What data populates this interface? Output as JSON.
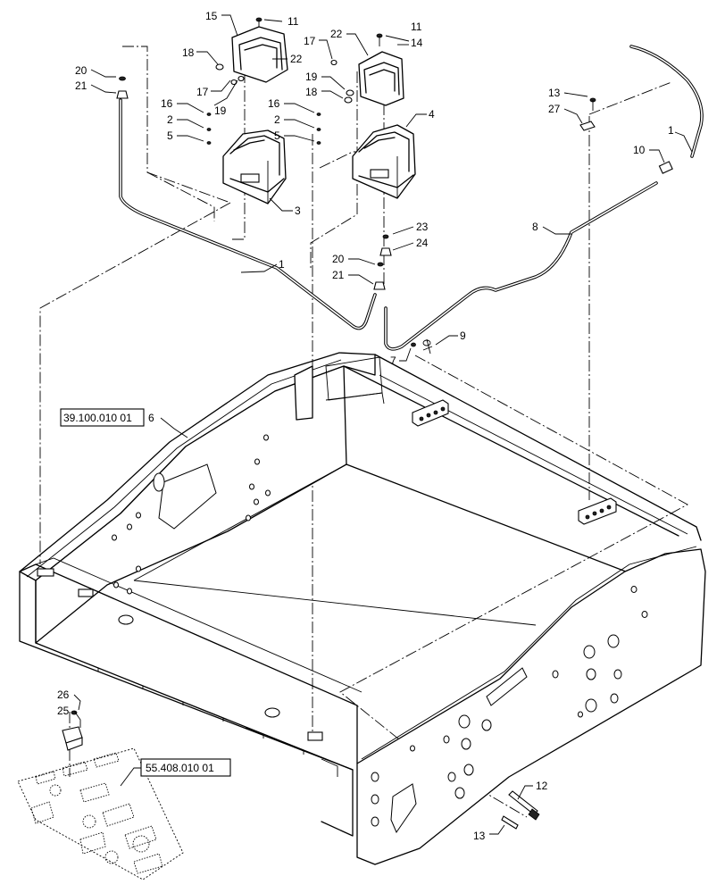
{
  "references": {
    "frame_ref": "39.100.010 01",
    "switch_ref": "55.408.010 01"
  },
  "callouts": {
    "c15": "15",
    "c11a": "11",
    "c22a": "22",
    "c18a": "18",
    "c17a": "17",
    "c19a": "19",
    "c17b": "17",
    "c22b": "22",
    "c11b": "11",
    "c14": "14",
    "c19b": "19",
    "c18b": "18",
    "c20a": "20",
    "c21a": "21",
    "c16a": "16",
    "c2a": "2",
    "c5a": "5",
    "c3": "3",
    "c16b": "16",
    "c2b": "2",
    "c5b": "5",
    "c4": "4",
    "c13a": "13",
    "c27": "27",
    "c1a": "1",
    "c10": "10",
    "c8": "8",
    "c23": "23",
    "c24": "24",
    "c20b": "20",
    "c21b": "21",
    "c1b": "1",
    "c9": "9",
    "c7": "7",
    "c6": "6",
    "c26": "26",
    "c25": "25",
    "c12": "12",
    "c13b": "13"
  }
}
